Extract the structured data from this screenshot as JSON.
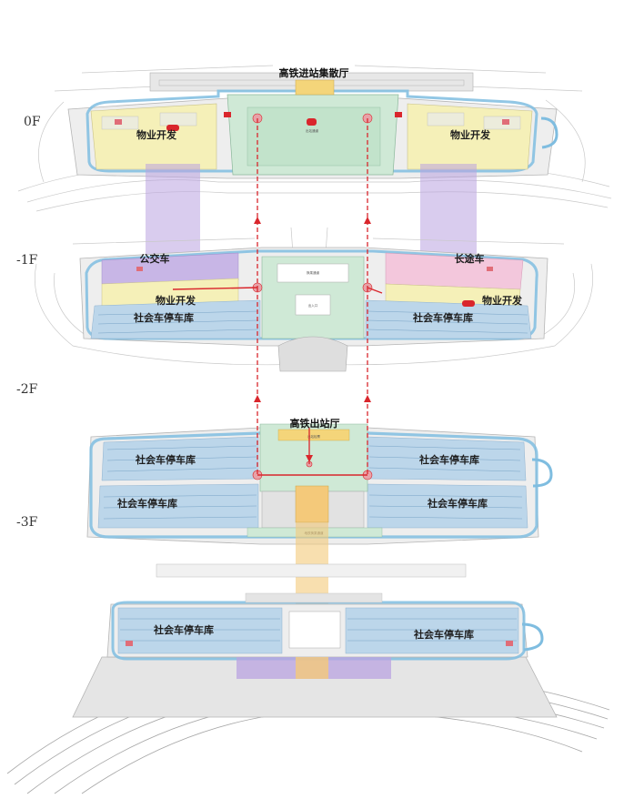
{
  "floors": [
    {
      "id": "0F",
      "label": "0F"
    },
    {
      "id": "-1F",
      "label": "-1F"
    },
    {
      "id": "-2F",
      "label": "-2F"
    },
    {
      "id": "-3F",
      "label": "-3F"
    }
  ],
  "halls": {
    "departure": "高铁进站集散厅",
    "arrival": "高铁出站厅"
  },
  "zones": {
    "property": "物业开发",
    "bus": "公交车",
    "coach": "长途车",
    "parking": "社会车停车库"
  },
  "colors": {
    "hall_green": "#cfe9d6",
    "property_yellow": "#f5f0b8",
    "connector_purple": "#b9a3e0",
    "connector_orange": "#f4c97a",
    "coach_pink": "#f3c7dc",
    "bus_purple": "#c8b6e6",
    "parking_blue": "#bcd6ea",
    "water_blue": "#8fc8e8",
    "route_red": "#d9262c"
  }
}
